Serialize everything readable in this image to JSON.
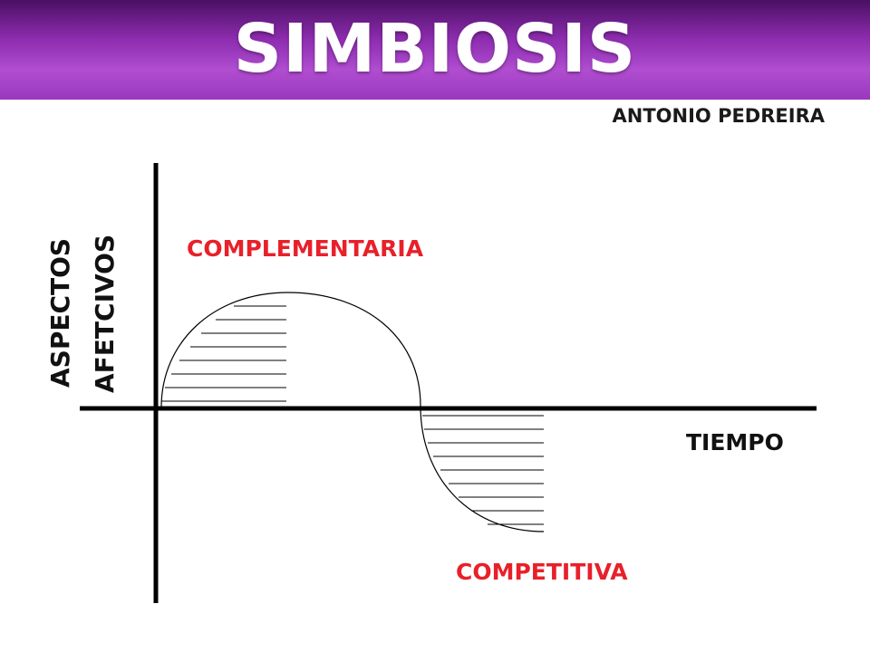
{
  "title": "SIMBIOSIS",
  "author": "ANTONIO PEDREIRA",
  "diagram": {
    "y_axis_label_line1": "ASPECTOS",
    "y_axis_label_line2": "AFETCIVOS",
    "x_axis_label": "TIEMPO",
    "upper_region_label": "COMPLEMENTARIA",
    "lower_region_label": "COMPETITIVA"
  },
  "colors": {
    "banner": "#8e2db0",
    "region_label": "#e8202a",
    "axis": "#000000"
  }
}
